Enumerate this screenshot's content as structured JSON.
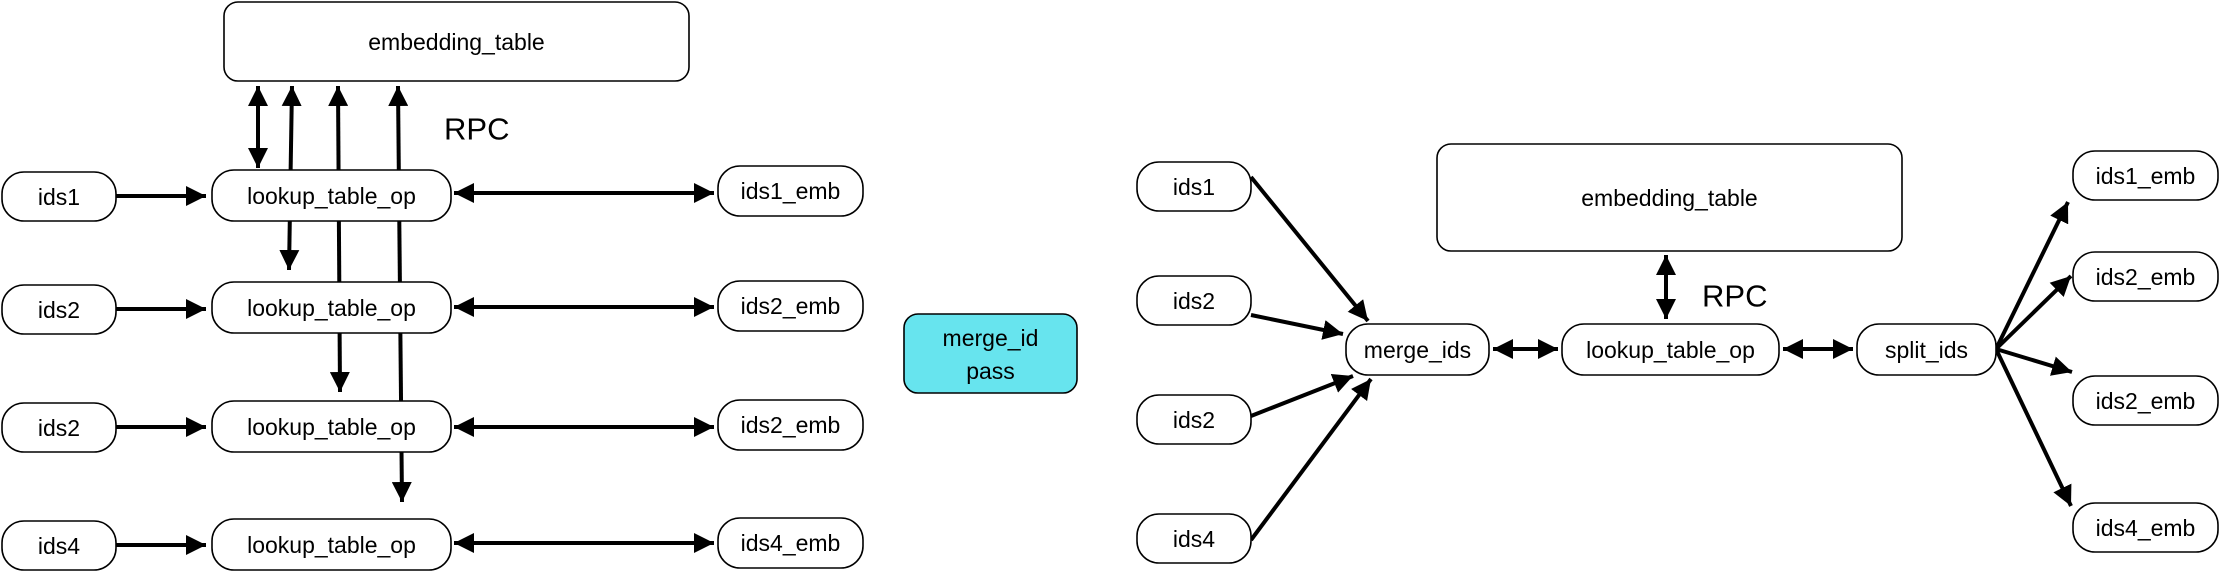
{
  "left": {
    "embedding_table": "embedding_table",
    "rpc_label": "RPC",
    "inputs": [
      "ids1",
      "ids2",
      "ids2",
      "ids4"
    ],
    "ops": [
      "lookup_table_op",
      "lookup_table_op",
      "lookup_table_op",
      "lookup_table_op"
    ],
    "outputs": [
      "ids1_emb",
      "ids2_emb",
      "ids2_emb",
      "ids4_emb"
    ]
  },
  "middle": {
    "pass_line1": "merge_id",
    "pass_line2": "pass",
    "pass_color": "#67E4EE"
  },
  "right": {
    "embedding_table": "embedding_table",
    "rpc_label": "RPC",
    "inputs": [
      "ids1",
      "ids2",
      "ids2",
      "ids4"
    ],
    "merge": "merge_ids",
    "lookup": "lookup_table_op",
    "split": "split_ids",
    "outputs": [
      "ids1_emb",
      "ids2_emb",
      "ids2_emb",
      "ids4_emb"
    ]
  }
}
